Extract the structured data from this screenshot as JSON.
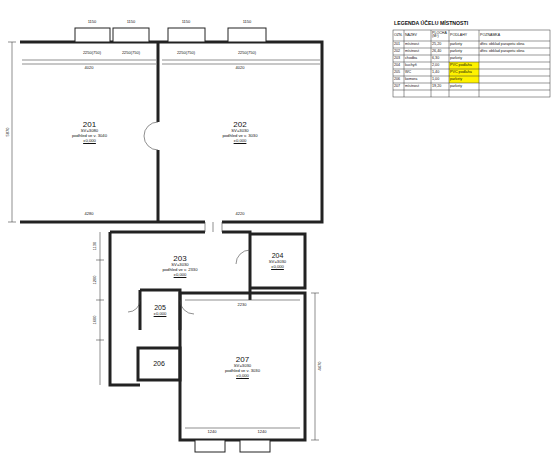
{
  "diagram": {
    "nodes": [
      {
        "text": [
          "201",
          "SV=3080",
          "podhled ve v. 3040",
          "±0,000"
        ]
      },
      {
        "text": [
          "202",
          "SV=3030",
          "podhled ve v. 3030",
          "±0,000"
        ]
      },
      {
        "text": [
          "203",
          "SV=3030",
          "podhled ve v. 2330",
          "±0,000"
        ]
      },
      {
        "text": [
          "204",
          "SV=3030",
          "±0,000"
        ]
      },
      {
        "text": [
          "205",
          "±0,000"
        ]
      },
      {
        "text": [
          "206"
        ]
      },
      {
        "text": [
          "207",
          "SV=3030",
          "podhled ve v. 3030",
          "±0,000"
        ]
      }
    ],
    "labels": [
      "1150",
      "1150",
      "1150",
      "1150",
      "2250(750)",
      "2250(750)",
      "2250(750)",
      "2250(750)",
      "4020",
      "4020",
      "5870",
      "4280",
      "4220",
      "1130",
      "1200",
      "1600",
      "2230",
      "4470",
      "1240",
      "1240",
      "LEGENDA ÚČELU MÍSTNOSTI",
      "OZN.",
      "NÁZEV",
      "PLOCHA (M²)",
      "PODLAHY",
      "POZNÁMKA",
      "201",
      "místnost",
      "25,20",
      "parkety",
      "dřev. obklad parapetu okna",
      "202",
      "místnost",
      "26,40",
      "parkety",
      "dřev. obklad parapetu okna",
      "203",
      "chodba",
      "6,30",
      "parkety",
      "204",
      "kuchyň",
      "2,00",
      "PVC podlaha",
      "205",
      "WC",
      "1,40",
      "PVC podlaha",
      "206",
      "komora",
      "1,00",
      "parkety",
      "207",
      "místnost",
      "19,20",
      "parkety"
    ]
  }
}
